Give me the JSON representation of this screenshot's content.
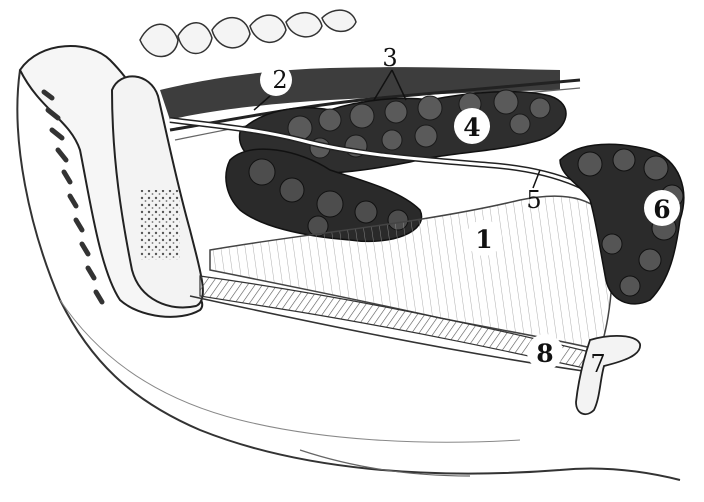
{
  "figure": {
    "labels": {
      "l1": "1",
      "l2": "2",
      "l3": "3",
      "l4": "4",
      "l5": "5",
      "l6": "6",
      "l7": "7",
      "l8": "8"
    },
    "colors": {
      "ink": "#1a1a1a",
      "shade": "#3a3a3a",
      "gland_dark": "#2b2b2b",
      "muscle": "#d9d9d9",
      "paper": "#ffffff"
    }
  }
}
